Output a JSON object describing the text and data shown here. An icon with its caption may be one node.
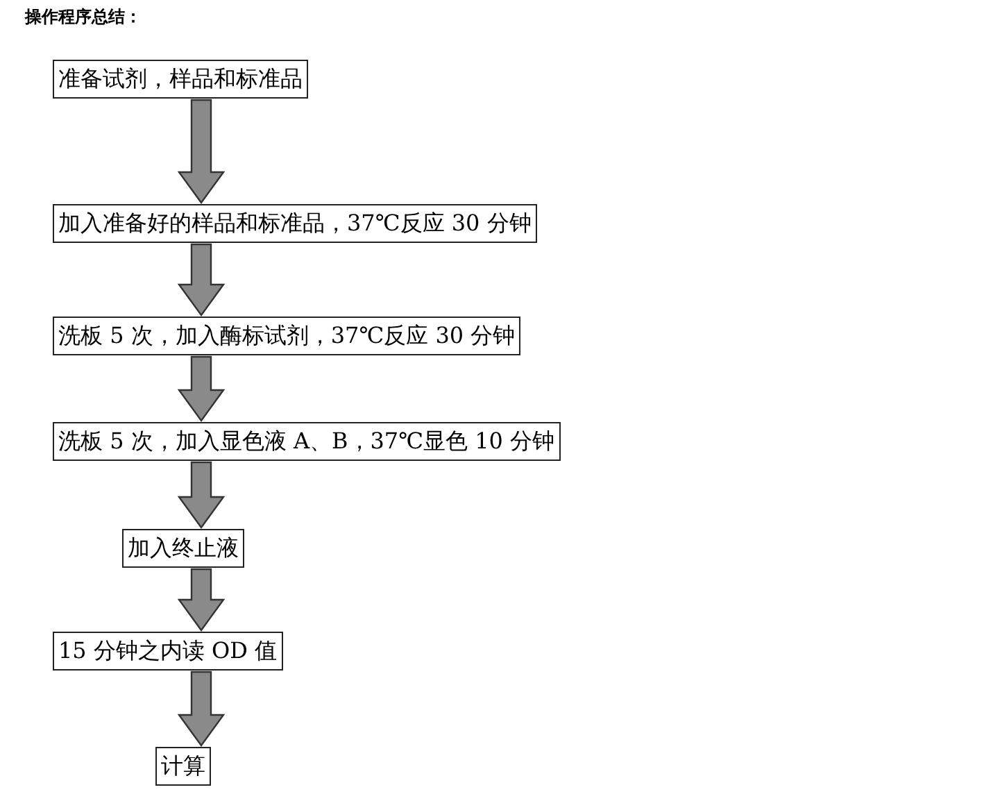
{
  "diagram": {
    "title": "操作程序总结：",
    "nodes": [
      {
        "text": [
          "准备试剂，样品和标准品"
        ]
      },
      {
        "text": [
          "加入准备好的样品和标准品，37℃反应 30 分钟"
        ]
      },
      {
        "text": [
          "洗板 5 次，加入酶标试剂，37℃反应 30 分钟"
        ]
      },
      {
        "text": [
          "洗板 5 次，加入显色液 A、B，37℃显色 10 分钟"
        ]
      },
      {
        "text": [
          "加入终止液"
        ]
      },
      {
        "text": [
          "15 分钟之内读 OD 值"
        ]
      },
      {
        "text": [
          "计算"
        ]
      }
    ],
    "edges": [
      {
        "from": 0,
        "to": 1,
        "arrow": "to"
      },
      {
        "from": 1,
        "to": 2,
        "arrow": "to"
      },
      {
        "from": 2,
        "to": 3,
        "arrow": "to"
      },
      {
        "from": 3,
        "to": 4,
        "arrow": "to"
      },
      {
        "from": 4,
        "to": 5,
        "arrow": "to"
      },
      {
        "from": 5,
        "to": 6,
        "arrow": "to"
      }
    ]
  }
}
